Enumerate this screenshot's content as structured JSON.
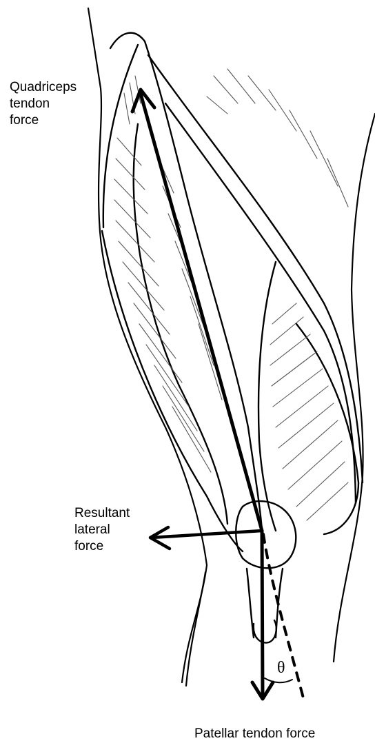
{
  "labels": {
    "quadriceps": [
      "Quadriceps",
      "tendon",
      "force"
    ],
    "resultant": [
      "Resultant",
      "lateral",
      "force"
    ],
    "patellar": "Patellar tendon force",
    "angle": "θ"
  },
  "colors": {
    "ink": "#000000",
    "background": "#ffffff",
    "sketch": "#555555"
  }
}
